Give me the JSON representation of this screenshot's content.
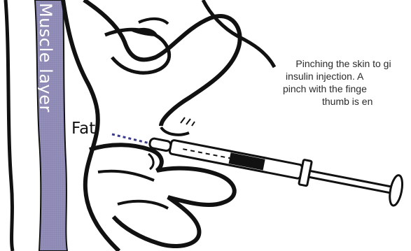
{
  "labels": {
    "muscle_layer": "Muscle layer",
    "fat": "Fat"
  },
  "caption": {
    "line1": "Pinching the skin to gi",
    "line2": "insulin injection. A",
    "line3": "pinch with the finge",
    "line4": "thumb is en"
  },
  "colors": {
    "muscle_fill": "#8c88b4",
    "line_art": "#111111",
    "needle_dots": "#3b3a8c"
  }
}
